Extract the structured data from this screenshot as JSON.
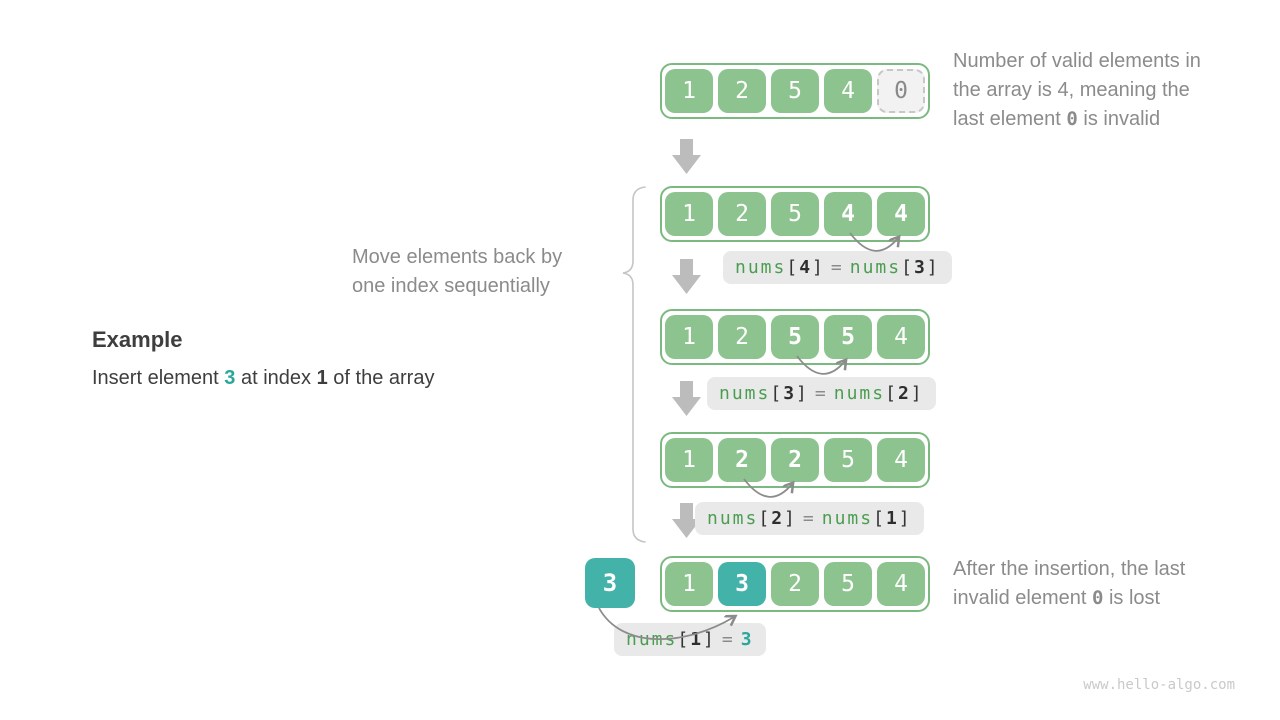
{
  "colors": {
    "cell-green": "#8cc38f",
    "green-border": "#7cb980",
    "teal": "#43b3aa",
    "teal-text": "#2aa79b",
    "invalid-bg": "#f2f2f2",
    "invalid-border": "#c7c7c7",
    "label-bg": "#e9e9e9",
    "code-green": "#4b9e51",
    "code-dark": "#333333",
    "gray-text": "#8b8b8b",
    "dark-text": "#3e3e3e",
    "block-arrow": "#bcbcbc",
    "curve-gray": "#8c8c8c",
    "brace-gray": "#c5c5c5",
    "watermark": "#c9c9c9"
  },
  "example": {
    "heading": "Example",
    "p1": "Insert element ",
    "p2": "3",
    "p3": " at index ",
    "p4": "1",
    "p5": " of the array"
  },
  "move_note": {
    "l1": "Move elements back by",
    "l2": "one index sequentially"
  },
  "note_top": {
    "l1": "Number of valid elements in",
    "l2": "the array is 4, meaning the",
    "l3a": "last element ",
    "l3b": "0",
    "l3c": " is invalid"
  },
  "note_bottom": {
    "l1": "After the insertion, the last",
    "l2a": "invalid element ",
    "l2b": "0",
    "l2c": " is lost"
  },
  "inserted_value": "3",
  "rows": [
    {
      "cells": [
        "1",
        "2",
        "5",
        "4",
        "0"
      ]
    },
    {
      "cells": [
        "1",
        "2",
        "5",
        "4",
        "4"
      ]
    },
    {
      "cells": [
        "1",
        "2",
        "5",
        "5",
        "4"
      ]
    },
    {
      "cells": [
        "1",
        "2",
        "2",
        "5",
        "4"
      ]
    },
    {
      "cells": [
        "1",
        "3",
        "2",
        "5",
        "4"
      ]
    }
  ],
  "labels": [
    {
      "fnA": "nums",
      "brA": "[",
      "idxA": "4",
      "brB": "]",
      "eq": "=",
      "fnB": "nums",
      "brC": "[",
      "idxB": "3",
      "brD": "]"
    },
    {
      "fnA": "nums",
      "brA": "[",
      "idxA": "3",
      "brB": "]",
      "eq": "=",
      "fnB": "nums",
      "brC": "[",
      "idxB": "2",
      "brD": "]"
    },
    {
      "fnA": "nums",
      "brA": "[",
      "idxA": "2",
      "brB": "]",
      "eq": "=",
      "fnB": "nums",
      "brC": "[",
      "idxB": "1",
      "brD": "]"
    },
    {
      "fnA": "nums",
      "brA": "[",
      "idxA": "1",
      "brB": "]",
      "eq": "=",
      "val": "3"
    }
  ],
  "watermark": "www.hello-algo.com"
}
